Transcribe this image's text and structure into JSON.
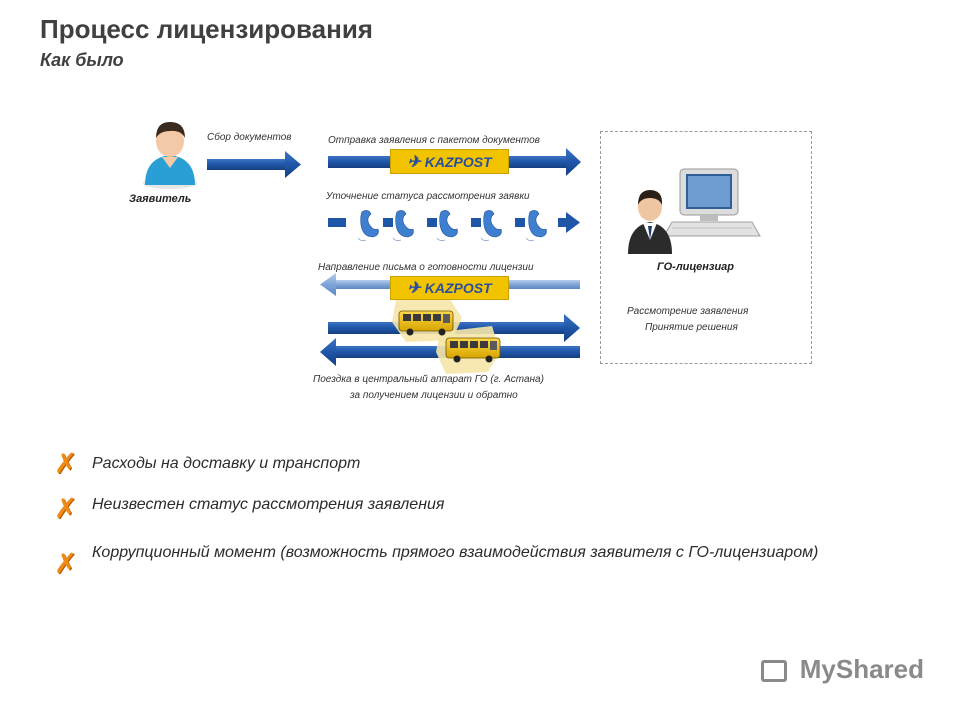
{
  "header": {
    "title": "Процесс лицензирования",
    "subtitle": "Как было"
  },
  "diagram": {
    "applicant_label": "Заявитель",
    "licensor_label": "ГО-лицензиар",
    "collect_docs": "Сбор документов",
    "send_application": "Отправка заявления с пакетом документов",
    "status_inquiry": "Уточнение статуса рассмотрения заявки",
    "readiness_letter": "Направление письма о готовности лицензии",
    "trip_line1": "Поездка в центральный аппарат ГО (г. Астана)",
    "trip_line2": "за получением лицензии и обратно",
    "review_line1": "Рассмотрение заявления",
    "review_line2": "Принятие решения",
    "kazpost_label": "KAZPOST"
  },
  "issues": [
    {
      "icon": "x-mark-icon",
      "text": "Расходы на доставку и транспорт"
    },
    {
      "icon": "x-mark-icon",
      "text": "Неизвестен статус рассмотрения заявления"
    },
    {
      "icon": "x-mark-icon",
      "text": "Коррупционный момент (возможность прямого взаимодействия заявителя с ГО-лицензиаром)"
    }
  ],
  "watermark": "MyShared",
  "colors": {
    "arrow_dark": "#1f56a8",
    "arrow_light": "#7fa5d8",
    "kazpost_yellow": "#f2c400",
    "x_mark": "#ee8a16"
  }
}
